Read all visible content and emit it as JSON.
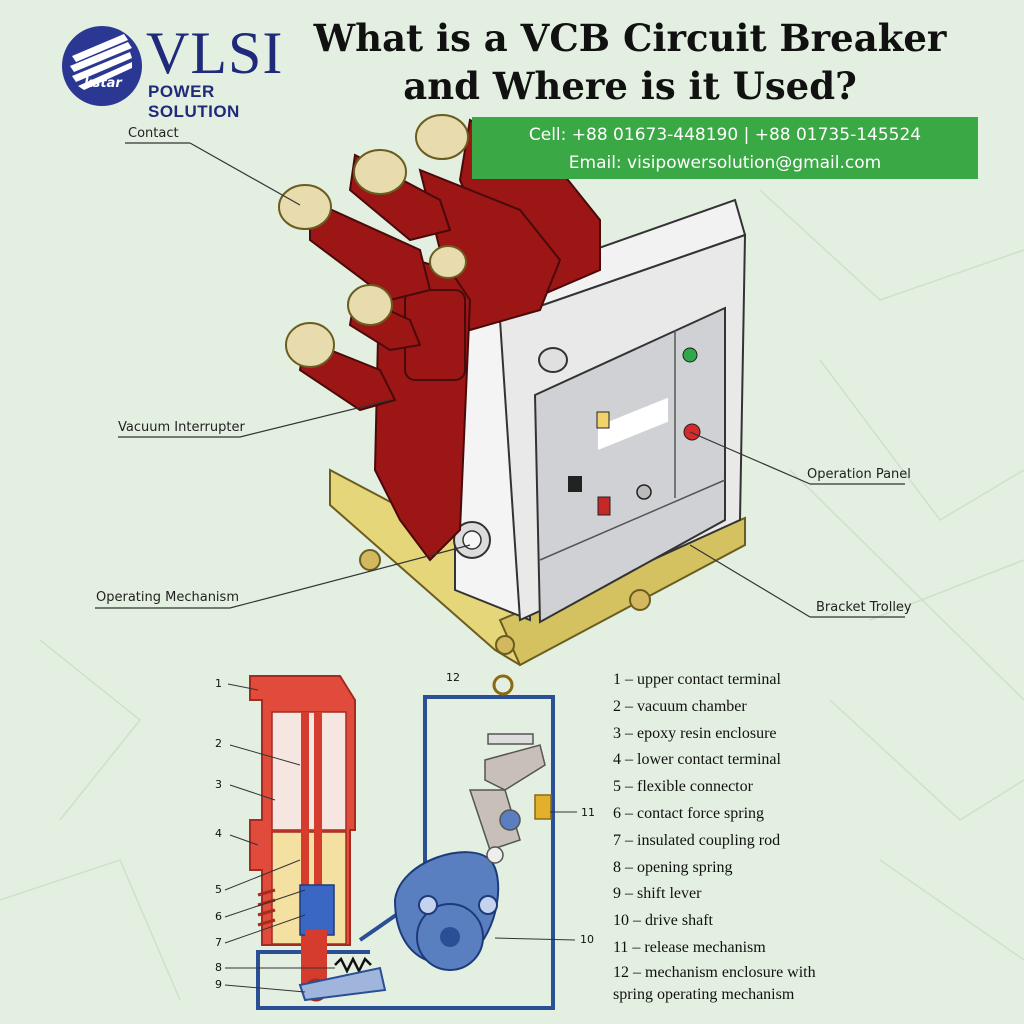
{
  "logo": {
    "brand": "VLSI",
    "subtitle": "POWER SOLUTION",
    "mark": "kstar",
    "colors": {
      "navy": "#2a3894"
    }
  },
  "title": {
    "line1": "What is a VCB Circuit Breaker",
    "line2": "and Where is it Used?"
  },
  "contact": {
    "cell": "Cell: +88 01673-448190 | +88 01735-145524",
    "email": "Email: visipowersolution@gmail.com",
    "color": "#3aa845"
  },
  "diagram_labels": {
    "contact": "Contact",
    "vacuum_interrupter": "Vacuum Interrupter",
    "operating_mechanism": "Operating Mechanism",
    "operation_panel": "Operation Panel",
    "bracket_trolley": "Bracket Trolley"
  },
  "schematic_numbers": {
    "n1": "1",
    "n2": "2",
    "n3": "3",
    "n4": "4",
    "n5": "5",
    "n6": "6",
    "n7": "7",
    "n8": "8",
    "n9": "9",
    "n10": "10",
    "n11": "11",
    "n12": "12"
  },
  "legend": [
    "1 – upper contact terminal",
    "2 – vacuum chamber",
    "3 – epoxy resin enclosure",
    "4 – lower contact terminal",
    "5 – flexible connector",
    "6 – contact force spring",
    "7 – insulated coupling rod",
    "8 – opening spring",
    "9 – shift lever",
    "10 – drive shaft",
    "11 – release mechanism",
    "12 – mechanism enclosure with spring operating mechanism"
  ],
  "colors": {
    "background": "#e3efe0",
    "insulator_red": "#9c1616",
    "panel_grey": "#cfd1d4",
    "trolley_yellow": "#e6d67a",
    "mechanism_blue": "#5a7fc0"
  }
}
